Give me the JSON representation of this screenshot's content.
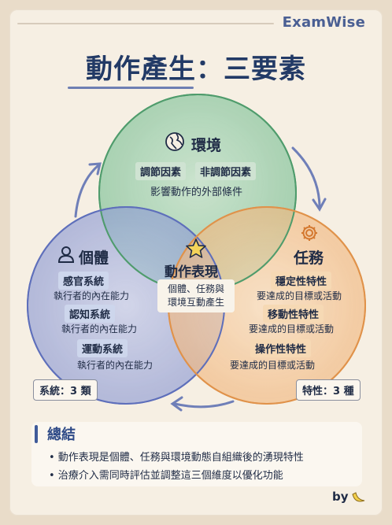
{
  "brand": "ExamWise",
  "title": "動作產生：三要素",
  "environment": {
    "heading": "環境",
    "tags": [
      "調節因素",
      "非調節因素"
    ],
    "description": "影響動作的外部條件",
    "color": "#5fae7c"
  },
  "individual": {
    "heading": "個體",
    "items": [
      {
        "tag": "感官系統",
        "desc": "執行者的內在能力"
      },
      {
        "tag": "認知系統",
        "desc": "執行者的內在能力"
      },
      {
        "tag": "運動系統",
        "desc": "執行者的內在能力"
      }
    ],
    "count": "系統：3 類",
    "color": "#6f7fc4"
  },
  "task": {
    "heading": "任務",
    "items": [
      {
        "tag": "穩定性特性",
        "desc": "要達成的目標或活動"
      },
      {
        "tag": "移動性特性",
        "desc": "要達成的目標或活動"
      },
      {
        "tag": "操作性特性",
        "desc": "要達成的目標或活動"
      }
    ],
    "count": "特性：3 種",
    "color": "#eba05a"
  },
  "center": {
    "heading": "動作表現",
    "lines": [
      "個體、任務與",
      "環境互動產生"
    ]
  },
  "summary": {
    "title": "總結",
    "bullets": [
      "• 動作表現是個體、任務與環境動態自組織後的湧現特性",
      "• 治療介入需同時評估並調整這三個維度以優化功能"
    ]
  },
  "byline": "by"
}
